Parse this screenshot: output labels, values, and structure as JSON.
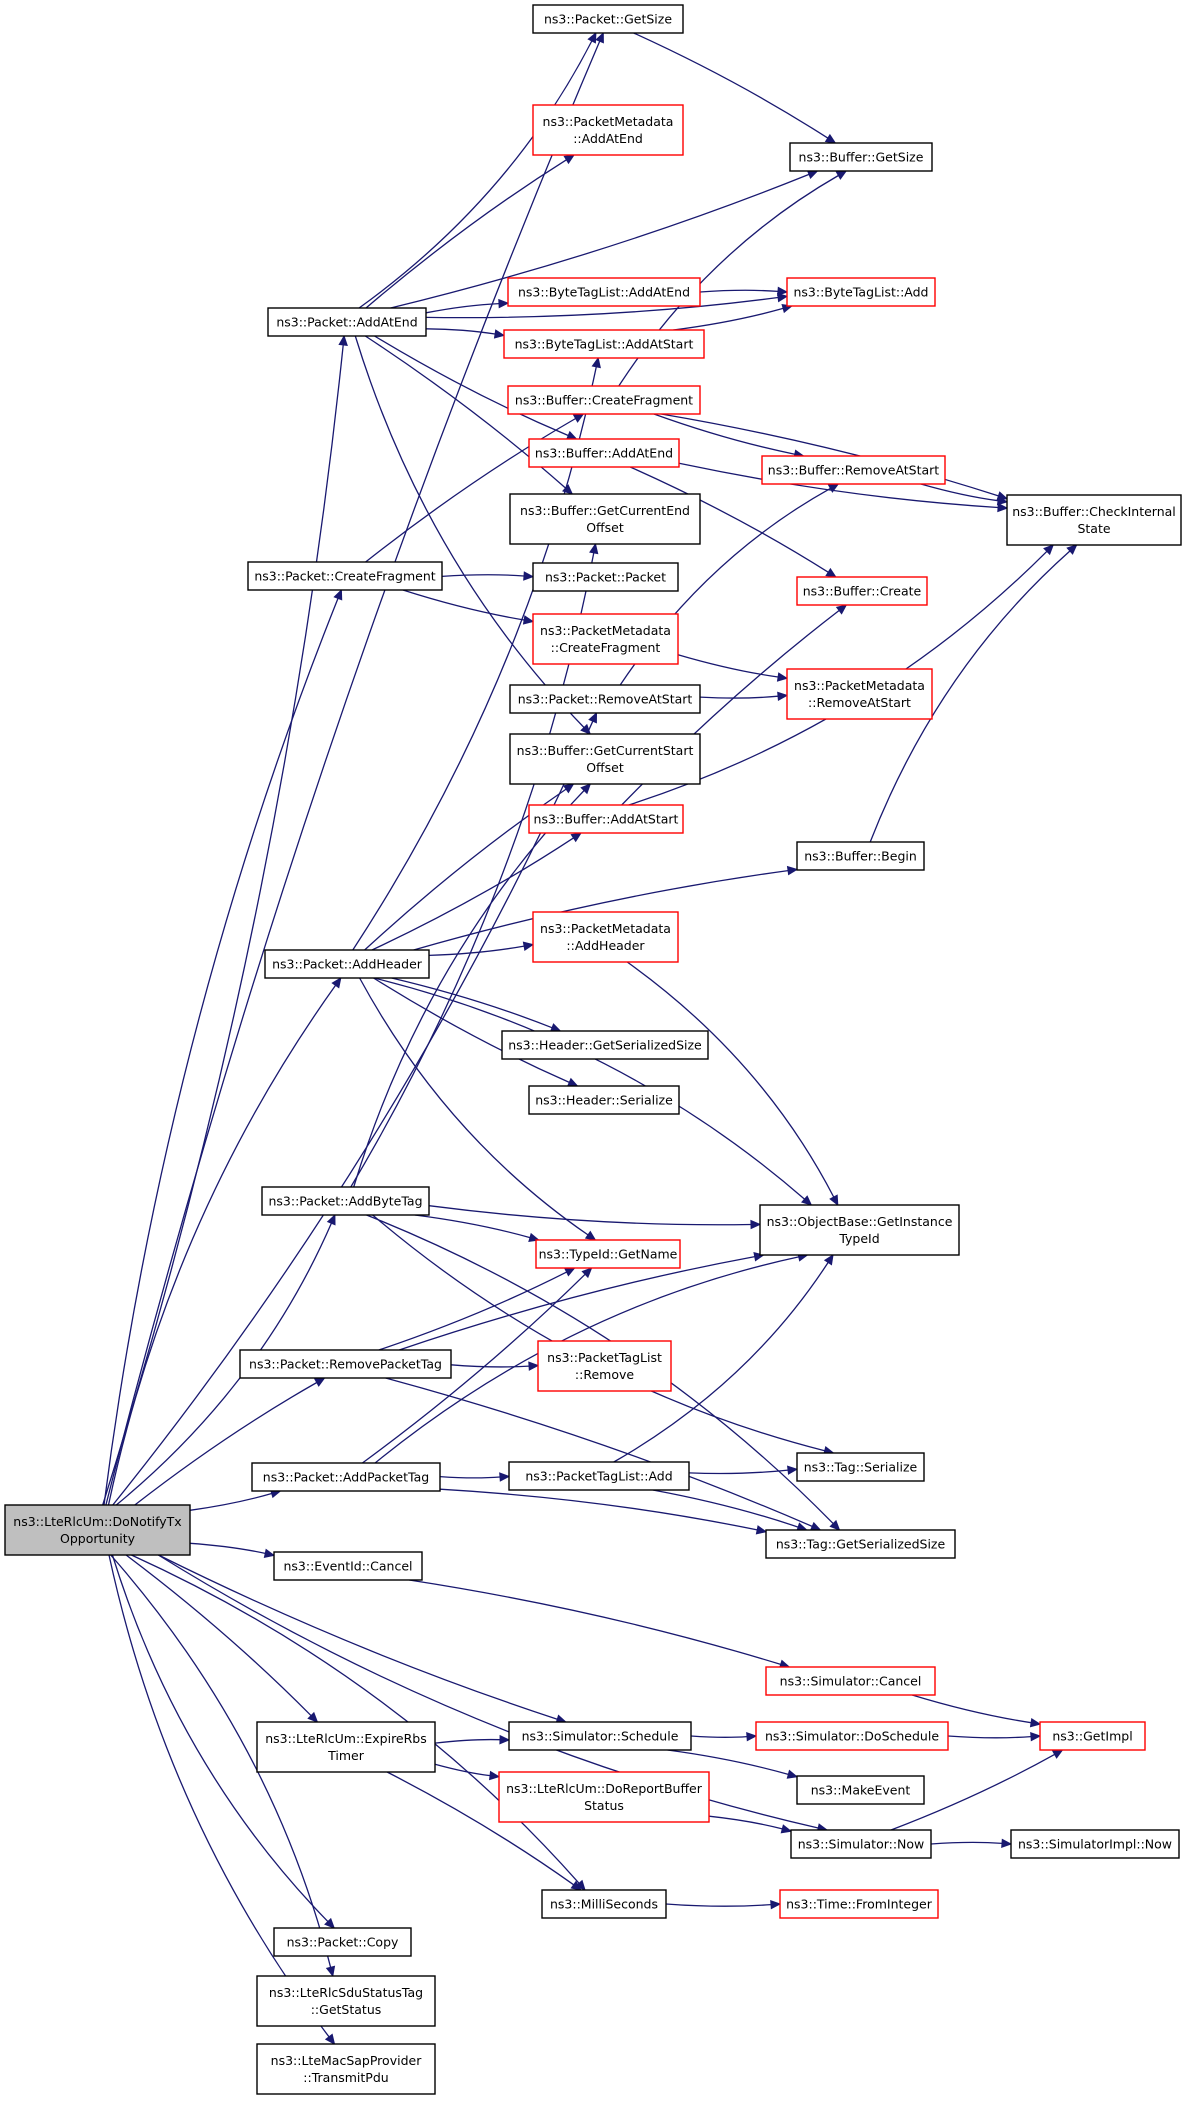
{
  "nodes": [
    {
      "id": "root",
      "lines": [
        "ns3::LteRlcUm::DoNotifyTx",
        "Opportunity"
      ],
      "style": "root"
    },
    {
      "id": "pkt_getsize",
      "lines": [
        "ns3::Packet::GetSize"
      ],
      "style": "black"
    },
    {
      "id": "pm_addatend",
      "lines": [
        "ns3::PacketMetadata",
        "::AddAtEnd"
      ],
      "style": "red"
    },
    {
      "id": "buf_getsize",
      "lines": [
        "ns3::Buffer::GetSize"
      ],
      "style": "black"
    },
    {
      "id": "pkt_addatend",
      "lines": [
        "ns3::Packet::AddAtEnd"
      ],
      "style": "black"
    },
    {
      "id": "btl_addatend",
      "lines": [
        "ns3::ByteTagList::AddAtEnd"
      ],
      "style": "red"
    },
    {
      "id": "btl_add",
      "lines": [
        "ns3::ByteTagList::Add"
      ],
      "style": "red"
    },
    {
      "id": "btl_addatstart",
      "lines": [
        "ns3::ByteTagList::AddAtStart"
      ],
      "style": "red"
    },
    {
      "id": "buf_createfrag",
      "lines": [
        "ns3::Buffer::CreateFragment"
      ],
      "style": "red"
    },
    {
      "id": "buf_addatend",
      "lines": [
        "ns3::Buffer::AddAtEnd"
      ],
      "style": "red"
    },
    {
      "id": "buf_removeatstart",
      "lines": [
        "ns3::Buffer::RemoveAtStart"
      ],
      "style": "red"
    },
    {
      "id": "buf_checkinternal",
      "lines": [
        "ns3::Buffer::CheckInternal",
        "State"
      ],
      "style": "black"
    },
    {
      "id": "buf_curend",
      "lines": [
        "ns3::Buffer::GetCurrentEnd",
        "Offset"
      ],
      "style": "black"
    },
    {
      "id": "pkt_createfrag",
      "lines": [
        "ns3::Packet::CreateFragment"
      ],
      "style": "black"
    },
    {
      "id": "pkt_packet",
      "lines": [
        "ns3::Packet::Packet"
      ],
      "style": "black"
    },
    {
      "id": "buf_create",
      "lines": [
        "ns3::Buffer::Create"
      ],
      "style": "red"
    },
    {
      "id": "pm_createfrag",
      "lines": [
        "ns3::PacketMetadata",
        "::CreateFragment"
      ],
      "style": "red"
    },
    {
      "id": "pkt_removeatstart",
      "lines": [
        "ns3::Packet::RemoveAtStart"
      ],
      "style": "black"
    },
    {
      "id": "pm_removeatstart",
      "lines": [
        "ns3::PacketMetadata",
        "::RemoveAtStart"
      ],
      "style": "red"
    },
    {
      "id": "buf_curstart",
      "lines": [
        "ns3::Buffer::GetCurrentStart",
        "Offset"
      ],
      "style": "black"
    },
    {
      "id": "buf_addatstart",
      "lines": [
        "ns3::Buffer::AddAtStart"
      ],
      "style": "red"
    },
    {
      "id": "buf_begin",
      "lines": [
        "ns3::Buffer::Begin"
      ],
      "style": "black"
    },
    {
      "id": "pkt_addheader",
      "lines": [
        "ns3::Packet::AddHeader"
      ],
      "style": "black"
    },
    {
      "id": "pm_addheader",
      "lines": [
        "ns3::PacketMetadata",
        "::AddHeader"
      ],
      "style": "red"
    },
    {
      "id": "hdr_getsersize",
      "lines": [
        "ns3::Header::GetSerializedSize"
      ],
      "style": "black"
    },
    {
      "id": "hdr_serialize",
      "lines": [
        "ns3::Header::Serialize"
      ],
      "style": "black"
    },
    {
      "id": "pkt_addbytetag",
      "lines": [
        "ns3::Packet::AddByteTag"
      ],
      "style": "black"
    },
    {
      "id": "ob_getinst",
      "lines": [
        "ns3::ObjectBase::GetInstance",
        "TypeId"
      ],
      "style": "black"
    },
    {
      "id": "typeid_getname",
      "lines": [
        "ns3::TypeId::GetName"
      ],
      "style": "red"
    },
    {
      "id": "pkt_removepkttag",
      "lines": [
        "ns3::Packet::RemovePacketTag"
      ],
      "style": "black"
    },
    {
      "id": "ptl_remove",
      "lines": [
        "ns3::PacketTagList",
        "::Remove"
      ],
      "style": "red"
    },
    {
      "id": "pkt_addpkttag",
      "lines": [
        "ns3::Packet::AddPacketTag"
      ],
      "style": "black"
    },
    {
      "id": "ptl_add",
      "lines": [
        "ns3::PacketTagList::Add"
      ],
      "style": "black"
    },
    {
      "id": "tag_serialize",
      "lines": [
        "ns3::Tag::Serialize"
      ],
      "style": "black"
    },
    {
      "id": "tag_getsersize",
      "lines": [
        "ns3::Tag::GetSerializedSize"
      ],
      "style": "black"
    },
    {
      "id": "eventid_cancel",
      "lines": [
        "ns3::EventId::Cancel"
      ],
      "style": "black"
    },
    {
      "id": "sim_cancel",
      "lines": [
        "ns3::Simulator::Cancel"
      ],
      "style": "red"
    },
    {
      "id": "getimpl",
      "lines": [
        "ns3::GetImpl"
      ],
      "style": "red"
    },
    {
      "id": "lteum_expire",
      "lines": [
        "ns3::LteRlcUm::ExpireRbs",
        "Timer"
      ],
      "style": "black"
    },
    {
      "id": "sim_schedule",
      "lines": [
        "ns3::Simulator::Schedule"
      ],
      "style": "black"
    },
    {
      "id": "sim_doschedule",
      "lines": [
        "ns3::Simulator::DoSchedule"
      ],
      "style": "red"
    },
    {
      "id": "makeevent",
      "lines": [
        "ns3::MakeEvent"
      ],
      "style": "black"
    },
    {
      "id": "lteum_doreport",
      "lines": [
        "ns3::LteRlcUm::DoReportBuffer",
        "Status"
      ],
      "style": "red"
    },
    {
      "id": "sim_now",
      "lines": [
        "ns3::Simulator::Now"
      ],
      "style": "black"
    },
    {
      "id": "simimpl_now",
      "lines": [
        "ns3::SimulatorImpl::Now"
      ],
      "style": "black"
    },
    {
      "id": "milliseconds",
      "lines": [
        "ns3::MilliSeconds"
      ],
      "style": "black"
    },
    {
      "id": "time_fromint",
      "lines": [
        "ns3::Time::FromInteger"
      ],
      "style": "red"
    },
    {
      "id": "pkt_copy",
      "lines": [
        "ns3::Packet::Copy"
      ],
      "style": "black"
    },
    {
      "id": "sdustatus",
      "lines": [
        "ns3::LteRlcSduStatusTag",
        "::GetStatus"
      ],
      "style": "black"
    },
    {
      "id": "macsap",
      "lines": [
        "ns3::LteMacSapProvider",
        "::TransmitPdu"
      ],
      "style": "black"
    }
  ],
  "edges": [
    [
      "root",
      "pkt_getsize"
    ],
    [
      "root",
      "pkt_addatend"
    ],
    [
      "root",
      "pkt_createfrag"
    ],
    [
      "root",
      "pkt_removeatstart"
    ],
    [
      "root",
      "pkt_addheader"
    ],
    [
      "root",
      "pkt_addbytetag"
    ],
    [
      "root",
      "pkt_removepkttag"
    ],
    [
      "root",
      "pkt_addpkttag"
    ],
    [
      "root",
      "eventid_cancel"
    ],
    [
      "root",
      "sim_schedule"
    ],
    [
      "root",
      "lteum_expire"
    ],
    [
      "root",
      "sim_now"
    ],
    [
      "root",
      "milliseconds"
    ],
    [
      "root",
      "pkt_copy"
    ],
    [
      "root",
      "sdustatus"
    ],
    [
      "root",
      "macsap"
    ],
    [
      "pkt_getsize",
      "buf_getsize"
    ],
    [
      "pkt_addatend",
      "pkt_getsize"
    ],
    [
      "pkt_addatend",
      "pm_addatend"
    ],
    [
      "pkt_addatend",
      "buf_getsize"
    ],
    [
      "pkt_addatend",
      "btl_addatend"
    ],
    [
      "pkt_addatend",
      "btl_add"
    ],
    [
      "pkt_addatend",
      "btl_addatstart"
    ],
    [
      "pkt_addatend",
      "buf_addatend"
    ],
    [
      "pkt_addatend",
      "buf_curend"
    ],
    [
      "pkt_addatend",
      "buf_curstart"
    ],
    [
      "btl_addatend",
      "btl_add"
    ],
    [
      "btl_addatstart",
      "btl_add"
    ],
    [
      "buf_createfrag",
      "buf_getsize"
    ],
    [
      "buf_createfrag",
      "buf_removeatstart"
    ],
    [
      "buf_createfrag",
      "buf_checkinternal"
    ],
    [
      "buf_addatend",
      "buf_checkinternal"
    ],
    [
      "buf_addatend",
      "buf_create"
    ],
    [
      "buf_removeatstart",
      "buf_checkinternal"
    ],
    [
      "pkt_createfrag",
      "buf_createfrag"
    ],
    [
      "pkt_createfrag",
      "pm_createfrag"
    ],
    [
      "pkt_createfrag",
      "pkt_packet"
    ],
    [
      "pm_createfrag",
      "pm_removeatstart"
    ],
    [
      "pkt_removeatstart",
      "buf_removeatstart"
    ],
    [
      "pkt_removeatstart",
      "pm_removeatstart"
    ],
    [
      "buf_addatstart",
      "buf_create"
    ],
    [
      "buf_addatstart",
      "buf_checkinternal"
    ],
    [
      "buf_begin",
      "buf_checkinternal"
    ],
    [
      "pkt_addheader",
      "btl_addatstart"
    ],
    [
      "pkt_addheader",
      "buf_curstart"
    ],
    [
      "pkt_addheader",
      "buf_addatstart"
    ],
    [
      "pkt_addheader",
      "buf_begin"
    ],
    [
      "pkt_addheader",
      "pm_addheader"
    ],
    [
      "pkt_addheader",
      "hdr_getsersize"
    ],
    [
      "pkt_addheader",
      "hdr_serialize"
    ],
    [
      "pkt_addheader",
      "ob_getinst"
    ],
    [
      "pkt_addheader",
      "typeid_getname"
    ],
    [
      "pm_addheader",
      "ob_getinst"
    ],
    [
      "pkt_addbytetag",
      "buf_curend"
    ],
    [
      "pkt_addbytetag",
      "buf_curstart"
    ],
    [
      "pkt_addbytetag",
      "ob_getinst"
    ],
    [
      "pkt_addbytetag",
      "typeid_getname"
    ],
    [
      "pkt_addbytetag",
      "tag_serialize"
    ],
    [
      "pkt_addbytetag",
      "tag_getsersize"
    ],
    [
      "pkt_removepkttag",
      "typeid_getname"
    ],
    [
      "pkt_removepkttag",
      "ob_getinst"
    ],
    [
      "pkt_removepkttag",
      "ptl_remove"
    ],
    [
      "pkt_removepkttag",
      "tag_getsersize"
    ],
    [
      "pkt_addpkttag",
      "typeid_getname"
    ],
    [
      "pkt_addpkttag",
      "ob_getinst"
    ],
    [
      "pkt_addpkttag",
      "ptl_add"
    ],
    [
      "pkt_addpkttag",
      "tag_getsersize"
    ],
    [
      "ptl_add",
      "tag_serialize"
    ],
    [
      "ptl_add",
      "tag_getsersize"
    ],
    [
      "ptl_add",
      "ob_getinst"
    ],
    [
      "eventid_cancel",
      "sim_cancel"
    ],
    [
      "sim_cancel",
      "getimpl"
    ],
    [
      "lteum_expire",
      "sim_schedule"
    ],
    [
      "lteum_expire",
      "lteum_doreport"
    ],
    [
      "lteum_expire",
      "milliseconds"
    ],
    [
      "sim_schedule",
      "sim_doschedule"
    ],
    [
      "sim_schedule",
      "makeevent"
    ],
    [
      "sim_doschedule",
      "getimpl"
    ],
    [
      "lteum_doreport",
      "sim_now"
    ],
    [
      "sim_now",
      "getimpl"
    ],
    [
      "sim_now",
      "simimpl_now"
    ],
    [
      "milliseconds",
      "time_fromint"
    ]
  ]
}
